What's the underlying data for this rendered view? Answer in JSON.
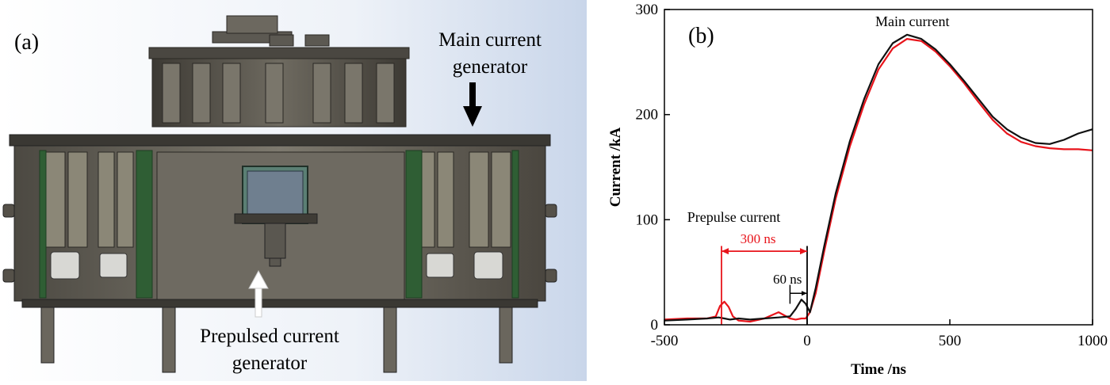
{
  "panel_a": {
    "label": "(a)",
    "main_label_line1": "Main current",
    "main_label_line2": "generator",
    "prepulse_label_line1": "Prepulsed current",
    "prepulse_label_line2": "generator"
  },
  "chart_data": {
    "type": "line",
    "panel_label": "(b)",
    "xlabel": "Time /ns",
    "ylabel": "Current /kA",
    "xlim": [
      -500,
      1000
    ],
    "ylim": [
      0,
      300
    ],
    "xticks": [
      -500,
      0,
      500,
      1000
    ],
    "yticks": [
      0,
      100,
      200,
      300
    ],
    "grid": false,
    "colors": {
      "black_series": "#111111",
      "red_series": "#e8141b",
      "annotation_red": "#e8141b"
    },
    "series": [
      {
        "color": "#111111",
        "x": [
          -500,
          -420,
          -350,
          -310,
          -290,
          -270,
          -240,
          -200,
          -150,
          -100,
          -60,
          -40,
          -20,
          -5,
          10,
          30,
          60,
          100,
          150,
          200,
          250,
          300,
          350,
          400,
          450,
          500,
          550,
          600,
          650,
          700,
          750,
          800,
          850,
          900,
          950,
          1000
        ],
        "y": [
          4,
          5,
          6,
          7,
          6,
          5,
          6,
          5,
          6,
          7,
          8,
          15,
          24,
          20,
          12,
          35,
          75,
          125,
          175,
          215,
          248,
          268,
          276,
          272,
          262,
          248,
          232,
          215,
          198,
          186,
          178,
          173,
          172,
          176,
          182,
          186
        ]
      },
      {
        "color": "#e8141b",
        "x": [
          -500,
          -420,
          -350,
          -320,
          -305,
          -290,
          -275,
          -260,
          -240,
          -200,
          -150,
          -100,
          -60,
          -40,
          -20,
          -5,
          10,
          30,
          60,
          100,
          150,
          200,
          250,
          300,
          350,
          400,
          450,
          500,
          550,
          600,
          650,
          700,
          750,
          800,
          850,
          900,
          950,
          1000
        ],
        "y": [
          5,
          6,
          6,
          8,
          18,
          22,
          17,
          8,
          4,
          3,
          6,
          12,
          6,
          5,
          6,
          6,
          12,
          30,
          70,
          120,
          170,
          210,
          243,
          263,
          272,
          270,
          260,
          246,
          230,
          212,
          195,
          182,
          174,
          170,
          168,
          167,
          167,
          166
        ]
      }
    ],
    "annotations": {
      "main_current": "Main current",
      "prepulse_current": "Prepulse current",
      "interval_red": "300 ns",
      "interval_black": "60 ns"
    }
  }
}
